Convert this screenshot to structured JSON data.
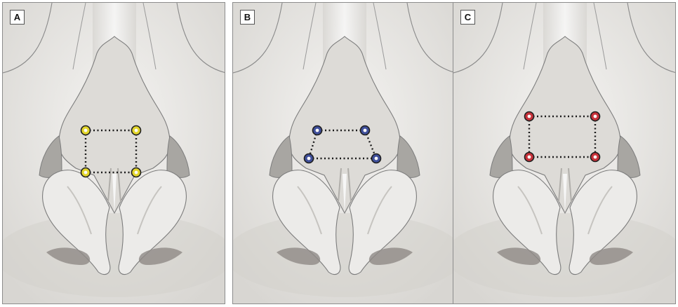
{
  "panels": [
    {
      "label": "A",
      "marker_color": "#e2d52a",
      "marker_name": "yellow",
      "shape": "rectangle"
    },
    {
      "label": "B",
      "marker_color": "#3f4f9a",
      "marker_name": "blue",
      "shape": "trapezoid"
    },
    {
      "label": "C",
      "marker_color": "#c8323a",
      "marker_name": "red",
      "shape": "wide-rectangle"
    }
  ]
}
